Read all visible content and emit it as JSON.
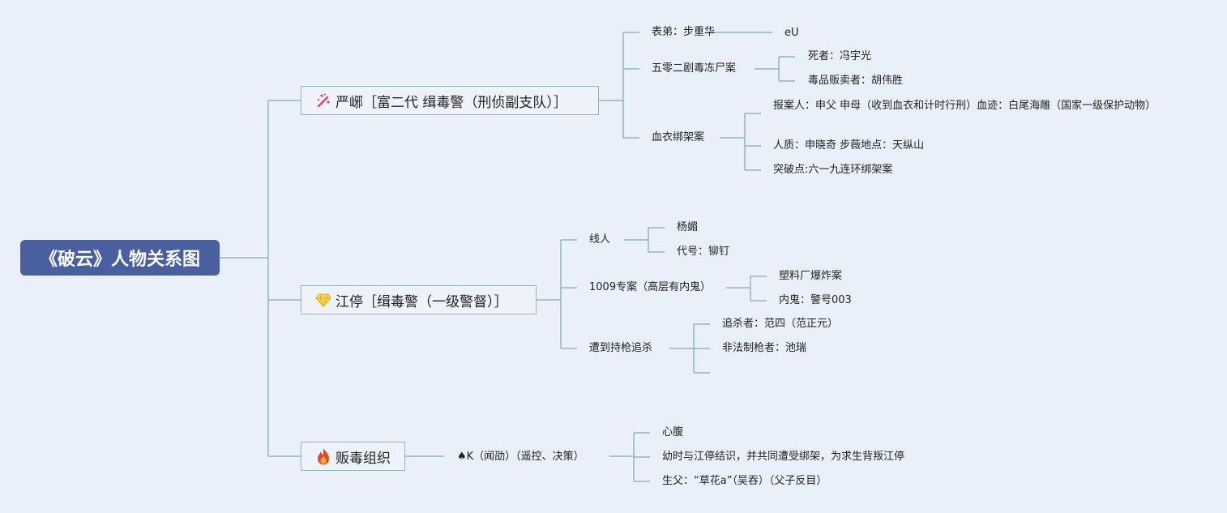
{
  "root": {
    "label": "《破云》人物关系图"
  },
  "branch1": {
    "label": "严峫［富二代 缉毒警（刑侦副支队）］",
    "icon": "magic-wand-icon",
    "items": [
      {
        "label": "表弟：步重华",
        "children": [
          "eU"
        ]
      },
      {
        "label": "五零二剧毒冻尸案",
        "children": [
          "死者：冯宇光",
          "毒品贩卖者：胡伟胜"
        ]
      },
      {
        "label": "血衣绑架案",
        "children": [
          "报案人：申父 申母（收到血衣和计时行刑）血迹：白尾海雕（国家一级保护动物）",
          "人质：申晓奇 步薇地点：天纵山",
          "突破点:六一九连环绑架案"
        ]
      }
    ]
  },
  "branch2": {
    "label": "江停［缉毒警（一级警督）］",
    "icon": "gem-icon",
    "items": [
      {
        "label": "线人",
        "children": [
          "杨媚",
          "代号：铆钉"
        ]
      },
      {
        "label": "1009专案（高层有内鬼）",
        "children": [
          "塑料厂爆炸案",
          "内鬼：警号003"
        ]
      },
      {
        "label": "遭到持枪追杀",
        "children": [
          "追杀者：范四（范正元）",
          "非法制枪者：池瑞",
          ""
        ]
      }
    ]
  },
  "branch3": {
    "label": "贩毒组织",
    "icon": "fire-icon",
    "items": [
      {
        "label": "♠K（闻劭）（遥控、决策）",
        "children": [
          "心腹",
          "幼时与江停结识，并共同遭受绑架，为求生背叛江停",
          "生父：“草花a”（吴吞）（父子反目）"
        ]
      }
    ]
  },
  "colors": {
    "root_bg": "#4a5fa0",
    "line": "#8fb8b5",
    "background": "#eaf0fa"
  }
}
